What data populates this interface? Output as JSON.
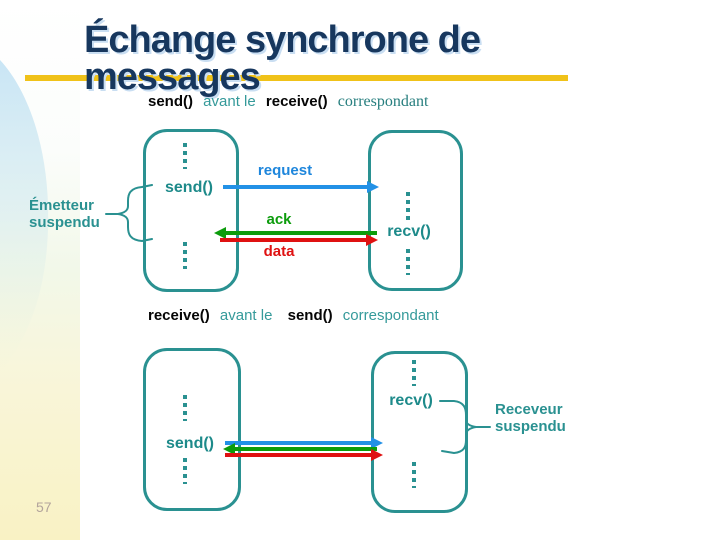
{
  "title": {
    "line1": "Échange synchrone de",
    "line2": "messages"
  },
  "headings": {
    "top": {
      "send": "send()",
      "middle": "avant le",
      "receive": "receive()",
      "tail": "correspondant"
    },
    "bottom": {
      "receive": "receive()",
      "middle": "avant le",
      "send": "send()",
      "tail": "correspondant"
    }
  },
  "diagram_top": {
    "send_label": "send()",
    "recv_label": "recv()",
    "request_label": "request",
    "ack_label": "ack",
    "data_label": "data",
    "note_line1": "Émetteur",
    "note_line2": "suspendu"
  },
  "diagram_bottom": {
    "send_label": "send()",
    "recv_label": "recv()",
    "note_line1": "Receveur",
    "note_line2": "suspendu"
  },
  "footer": {
    "page_number": "57"
  },
  "colors": {
    "teal": "#2a9191",
    "title_navy": "#17375e",
    "underline_gold": "#f0c219",
    "request_blue": "#2291e6",
    "ack_green": "#0c9c0c",
    "data_red": "#df1111"
  }
}
